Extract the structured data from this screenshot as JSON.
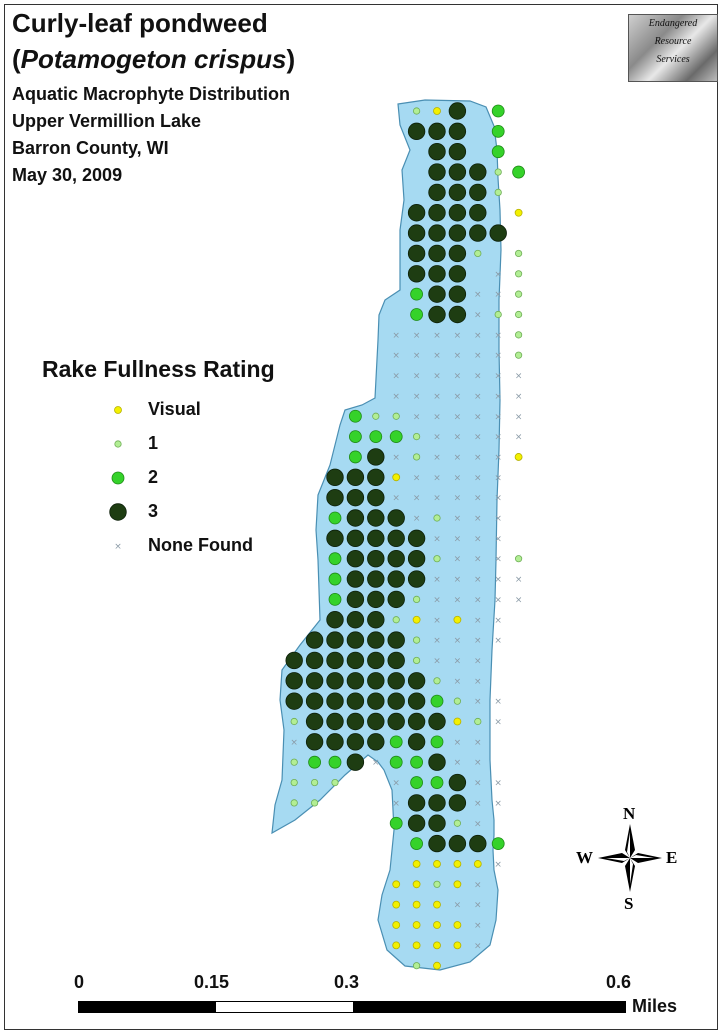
{
  "title": {
    "line1": "Curly-leaf pondweed",
    "paren_open": "(",
    "species": "Potamogeton crispus",
    "paren_close": ")"
  },
  "subtitle": [
    "Aquatic Macrophyte Distribution",
    "Upper Vermillion Lake",
    "Barron County, WI",
    "May 30, 2009"
  ],
  "logo_text": [
    "Endangered",
    "Resource",
    "Services"
  ],
  "legend": {
    "title": "Rake Fullness Rating",
    "items": [
      {
        "label": "Visual",
        "code": "v"
      },
      {
        "label": "1",
        "code": "1"
      },
      {
        "label": "2",
        "code": "2"
      },
      {
        "label": "3",
        "code": "3"
      },
      {
        "label": "None Found",
        "code": "x"
      }
    ]
  },
  "colors": {
    "water": "#a6daf2",
    "shore": "#4a8fb3",
    "visual": "#f3f000",
    "rating1": "#b2ee94",
    "rating2": "#35d22a",
    "rating3": "#1e3d12",
    "none": "#8a9aa6"
  },
  "scale": {
    "ticks": [
      "0",
      "0.15",
      "0.3",
      "0.6"
    ],
    "units": "Miles"
  },
  "compass": {
    "n": "N",
    "s": "S",
    "e": "E",
    "w": "W"
  },
  "survey_grid": [
    {
      "c0": 19,
      "s": "1v3 2"
    },
    {
      "c0": 19,
      "s": "333 2"
    },
    {
      "c0": 20,
      "s": "33 2"
    },
    {
      "c0": 20,
      "s": "33312"
    },
    {
      "c0": 20,
      "s": "3331"
    },
    {
      "c0": 19,
      "s": "3333 v"
    },
    {
      "c0": 19,
      "s": "33333"
    },
    {
      "c0": 19,
      "s": "3331 1"
    },
    {
      "c0": 19,
      "s": "333 x1"
    },
    {
      "c0": 19,
      "s": "233xx1"
    },
    {
      "c0": 19,
      "s": "233x11"
    },
    {
      "c0": 18,
      "s": "xxxxxx1"
    },
    {
      "c0": 18,
      "s": "xxxxxx1"
    },
    {
      "c0": 18,
      "s": "xxxxxxx"
    },
    {
      "c0": 18,
      "s": "xxxxxxx"
    },
    {
      "c0": 16,
      "s": "211xxxxxx"
    },
    {
      "c0": 16,
      "s": "2221xxxxx"
    },
    {
      "c0": 16,
      "s": "23x1xxxxv"
    },
    {
      "c0": 15,
      "s": "333vxxxxx"
    },
    {
      "c0": 15,
      "s": "333xxxxxx"
    },
    {
      "c0": 15,
      "s": "2333x1xxx"
    },
    {
      "c0": 15,
      "s": "33333xxxx"
    },
    {
      "c0": 15,
      "s": "233331xxx1"
    },
    {
      "c0": 15,
      "s": "23333xxxxx"
    },
    {
      "c0": 15,
      "s": "23331xxxxx"
    },
    {
      "c0": 15,
      "s": "3331vxvxx"
    },
    {
      "c0": 14,
      "s": "333331xxxx"
    },
    {
      "c0": 13,
      "s": "3333331xxx"
    },
    {
      "c0": 13,
      "s": "33333331xx"
    },
    {
      "c0": 13,
      "s": "333333321xx"
    },
    {
      "c0": 13,
      "s": "13333333v1x"
    },
    {
      "c0": 13,
      "s": "x3333232xx"
    },
    {
      "c0": 13,
      "s": "1223x223xx"
    },
    {
      "c0": 13,
      "s": "111  x223xx"
    },
    {
      "c0": 13,
      "s": "11   x333xx"
    },
    {
      "c0": 18,
      "s": "2331x"
    },
    {
      "c0": 19,
      "s": "23332"
    },
    {
      "c0": 19,
      "s": "vvvvx"
    },
    {
      "c0": 18,
      "s": "vv1vx"
    },
    {
      "c0": 18,
      "s": "vvvxx"
    },
    {
      "c0": 18,
      "s": "vvvvx"
    },
    {
      "c0": 18,
      "s": "vvvvx"
    },
    {
      "c0": 19,
      "s": "1v"
    }
  ]
}
